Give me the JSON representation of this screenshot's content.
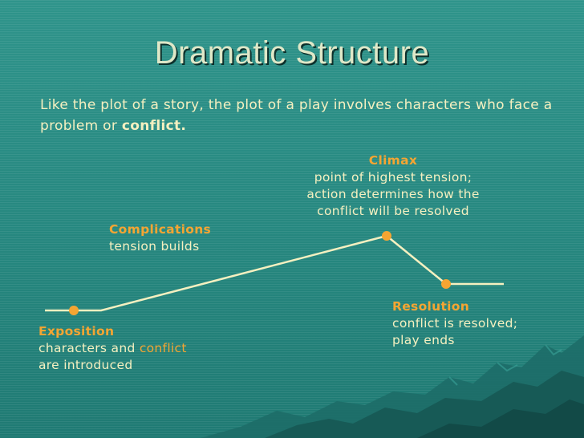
{
  "title": "Dramatic Structure",
  "intro": {
    "text": "Like the plot of a story, the plot of a play involves characters who face a problem or",
    "bold": "conflict."
  },
  "points": {
    "climax": {
      "heading": "Climax",
      "line1": "point of highest tension;",
      "line2": "action determines how the",
      "line3": "conflict will be resolved"
    },
    "complications": {
      "heading": "Complications",
      "line1": "tension builds"
    },
    "exposition": {
      "heading": "Exposition",
      "line1_a": "characters and",
      "line1_b": "conflict",
      "line2": "are introduced"
    },
    "resolution": {
      "heading": "Resolution",
      "line1": "conflict is resolved;",
      "line2": "play ends"
    }
  },
  "colors": {
    "background": "#2a8f86",
    "title": "#dfe8c8",
    "text": "#f5f0c0",
    "accent": "#f5a532",
    "line": "#f5f0c0"
  }
}
